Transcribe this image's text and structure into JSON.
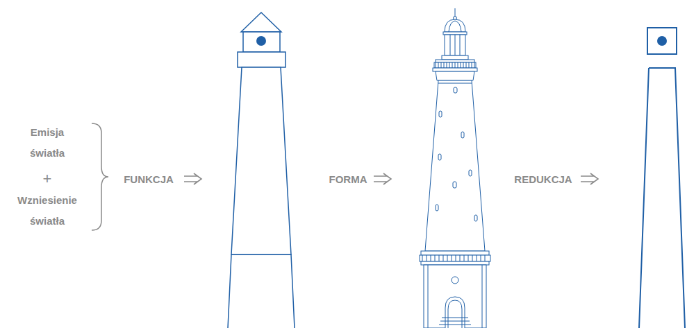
{
  "diagram": {
    "labels": [
      "Emisja światła",
      "+",
      "Wzniesienie światła",
      "FUNKCJA",
      "FORMA",
      "REDUKCJA"
    ]
  }
}
